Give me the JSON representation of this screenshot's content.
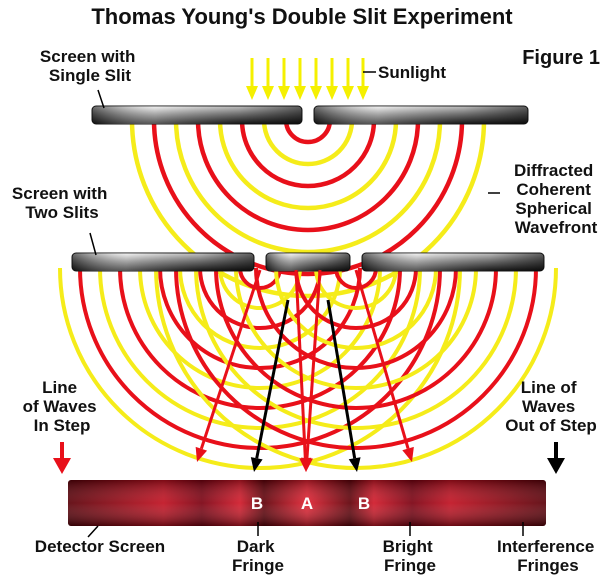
{
  "title": "Thomas Young's Double Slit Experiment",
  "figure_label": "Figure 1",
  "labels": {
    "screen_single_slit": [
      "Screen with",
      "Single Slit"
    ],
    "sunlight": "Sunlight",
    "screen_two_slits": [
      "Screen with",
      "Two Slits"
    ],
    "diffracted": [
      "Diffracted",
      "Coherent",
      "Spherical",
      "Wavefront"
    ],
    "line_in_step": [
      "Line",
      "of Waves",
      "In Step"
    ],
    "line_out_of_step": [
      "Line of",
      "Waves",
      "Out of Step"
    ],
    "detector_screen": "Detector Screen",
    "dark_fringe": [
      "Dark",
      "Fringe"
    ],
    "bright_fringe": [
      "Bright",
      "Fringe"
    ],
    "interference_fringes": [
      "Interference",
      "Fringes"
    ]
  },
  "fringe_letters": [
    "B",
    "A",
    "B"
  ],
  "colors": {
    "wave_red": "#e8101a",
    "wave_yellow": "#f5ec1a",
    "arrow_yellow": "#f5f000",
    "screen_dark": "#2a2a2a",
    "detector_red": "#c0101a",
    "arrow_black": "#000000"
  }
}
